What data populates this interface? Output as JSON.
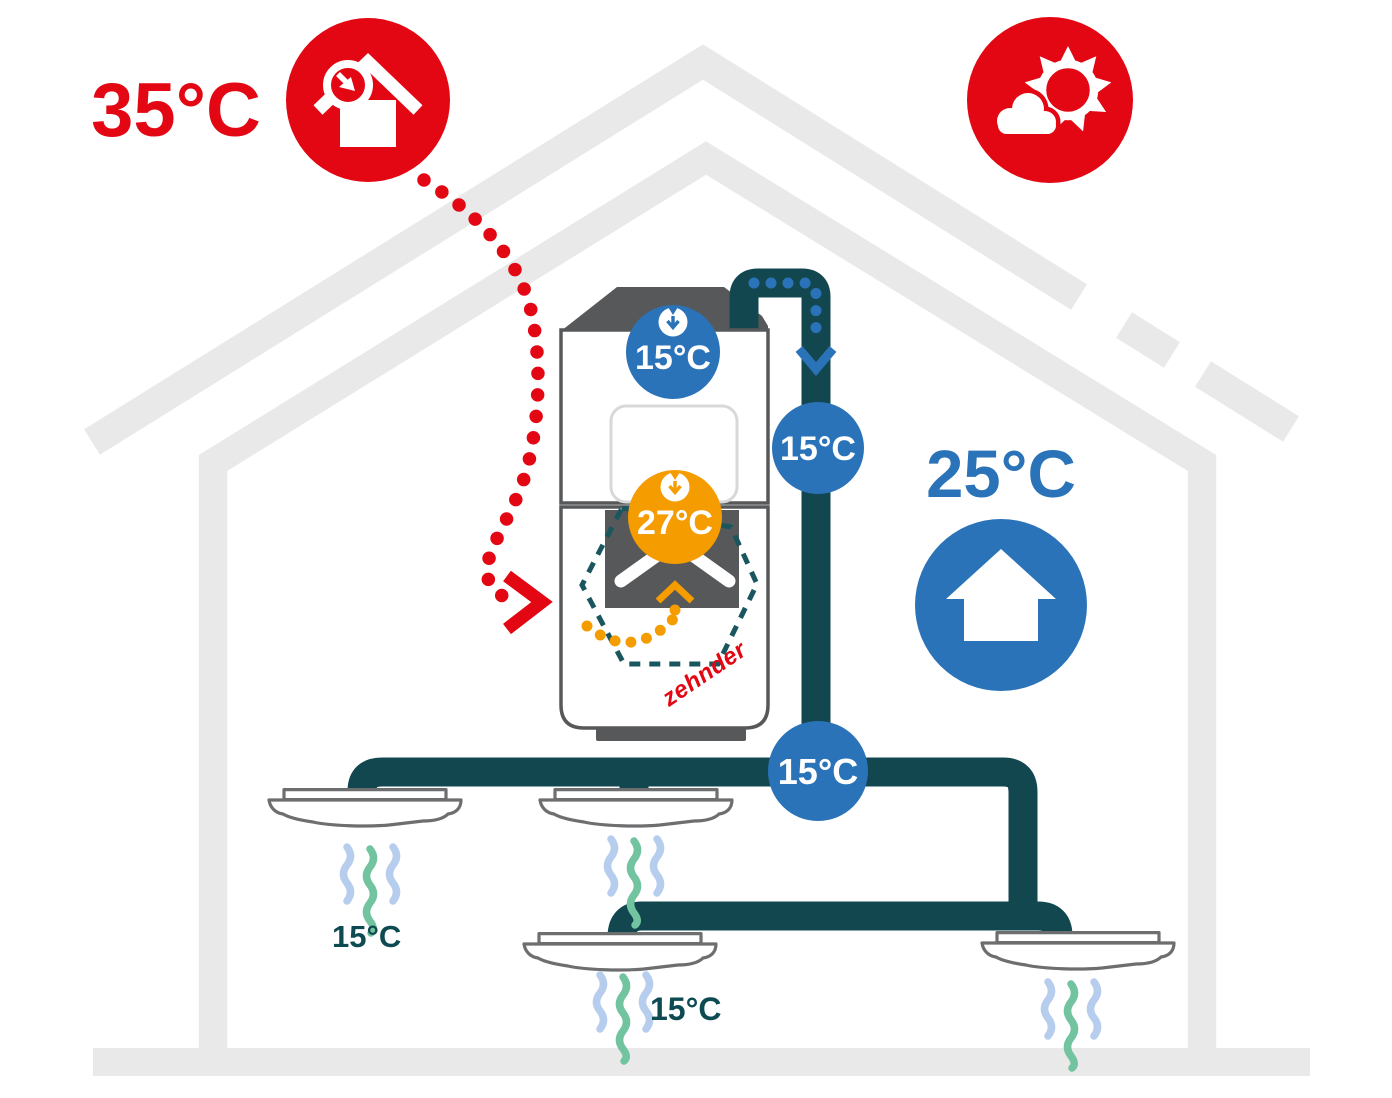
{
  "palette": {
    "red": "#e30613",
    "blue": "#2a73b8",
    "orange": "#f59c00",
    "duct_teal": "#134750",
    "dashed_teal": "#1a565e",
    "label_teal": "#0e4a52",
    "house_gray": "#e9e9e9",
    "unit_gray": "#57585a",
    "vent_gray": "#6d6e70",
    "wave_blue": "#b6cdee",
    "wave_green": "#72c3a0"
  },
  "outside": {
    "exhaust_temp": "35°C",
    "exhaust_icon": "house-air-outlet-icon",
    "weather_icon": "sun-behind-cloud-icon"
  },
  "indoor": {
    "room_temp": "25°C",
    "house_icon": "house-icon"
  },
  "unit": {
    "brand": "zehnder",
    "intake_badge": {
      "temp": "15°C",
      "icon": "airflow-down-icon"
    },
    "extract_badge": {
      "temp": "27°C",
      "icon": "airflow-down-icon"
    }
  },
  "ducts": {
    "supply_temp_upper": "15°C",
    "supply_temp_junction": "15°C",
    "flow_arrow_icon": "arrow-down-icon",
    "extract_flow_icon": "chevron-right-icon"
  },
  "rooms": {
    "left_vent_temp": "15°C",
    "center_vent_temp": "15°C"
  }
}
